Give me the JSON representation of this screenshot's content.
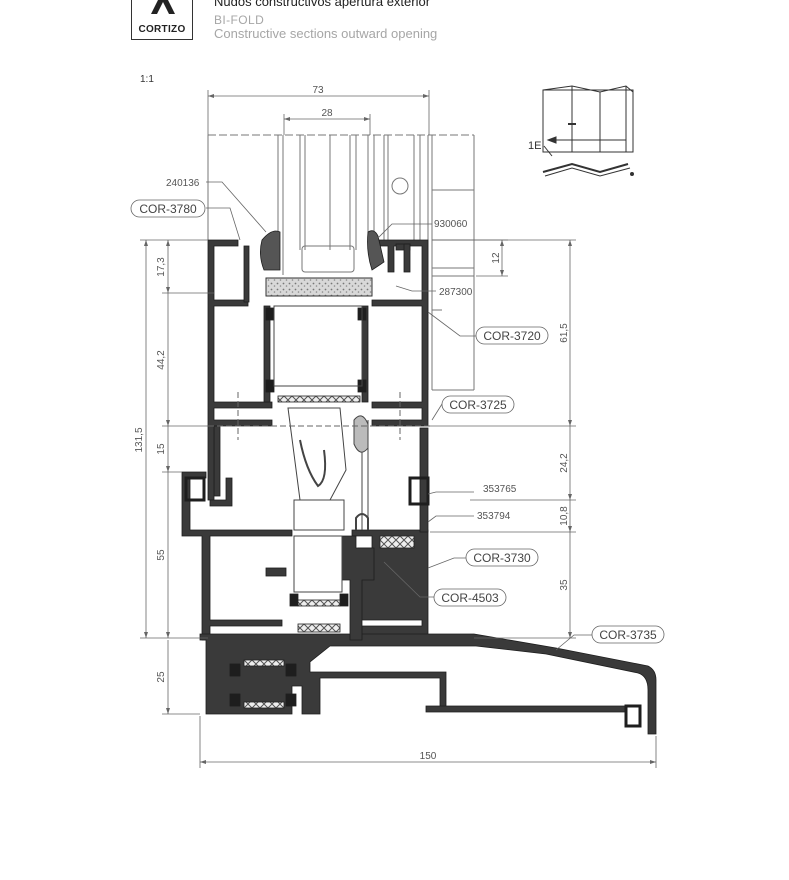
{
  "header": {
    "brand": "CORTIZO",
    "title": "Nudos constructivos apertura exterior",
    "system": "BI-FOLD",
    "subtitle": "Constructive sections outward opening"
  },
  "scale": "1:1",
  "dimensions": {
    "top_overall": "73",
    "top_inner": "28",
    "left_total": "131,5",
    "left_1": "17,3",
    "left_2": "44,2",
    "left_3": "15",
    "left_4": "55",
    "left_5": "25",
    "right_top": "12",
    "right_1": "61,5",
    "right_2": "24,2",
    "right_3": "10,8",
    "right_4": "35",
    "bottom": "150"
  },
  "part_refs": {
    "p240136": "240136",
    "p930060": "930060",
    "p287300": "287300",
    "p353765": "353765",
    "p353794": "353794"
  },
  "profiles": {
    "cor3780": "COR-3780",
    "cor3720": "COR-3720",
    "cor3725": "COR-3725",
    "cor3730": "COR-3730",
    "cor4503": "COR-4503",
    "cor3735": "COR-3735"
  },
  "thumbnail_label": "1E",
  "colors": {
    "profile_fill": "#3a3a3a",
    "gasket_fill": "#1e1e1e",
    "line": "#555555",
    "dim_text": "#555555",
    "header_grey": "#a6a6a6"
  },
  "icons": {
    "logo": "cortizo-logo-icon",
    "thumbnail": "bifold-plan-icon"
  }
}
